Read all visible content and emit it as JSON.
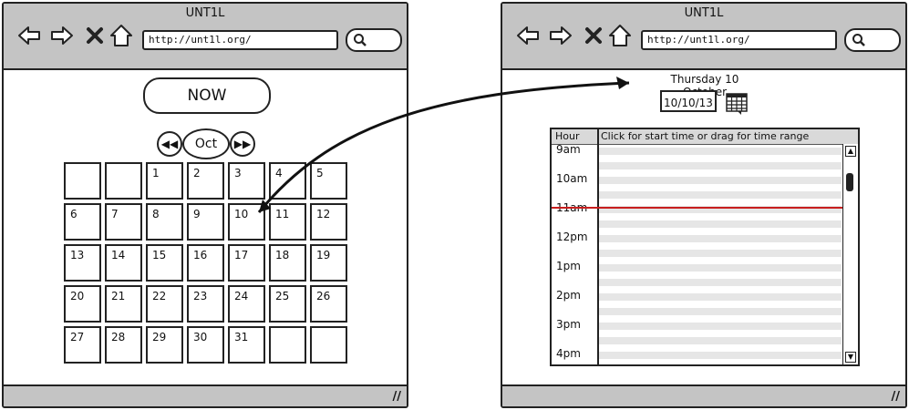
{
  "left_window": {
    "title": "UNT1L",
    "url": "http://unt1l.org/",
    "now_button": "NOW",
    "month": "Oct",
    "calendar_rows": [
      [
        "",
        "",
        "1",
        "2",
        "3",
        "4",
        "5"
      ],
      [
        "6",
        "7",
        "8",
        "9",
        "10",
        "11",
        "12"
      ],
      [
        "13",
        "14",
        "15",
        "16",
        "17",
        "18",
        "19"
      ],
      [
        "20",
        "21",
        "22",
        "23",
        "24",
        "25",
        "26"
      ],
      [
        "27",
        "28",
        "29",
        "30",
        "31",
        "",
        ""
      ]
    ]
  },
  "right_window": {
    "title": "UNT1L",
    "url": "http://unt1l.org/",
    "date_heading": "Thursday 10 October",
    "date_field": "10/10/13",
    "schedule": {
      "hour_header": "Hour",
      "description_header": "Click for start time or drag for time range",
      "hours": [
        "9am",
        "10am",
        "11am",
        "12pm",
        "1pm",
        "2pm",
        "3pm",
        "4pm"
      ],
      "current_time_line_color": "#c81e1e"
    }
  },
  "icons": {
    "back": "back-arrow-icon",
    "forward": "forward-arrow-icon",
    "stop": "close-icon",
    "home": "home-icon",
    "search": "search-icon",
    "calendar": "calendar-icon",
    "resize": "resize-grip-icon"
  },
  "colors": {
    "chrome": "#c4c4c4",
    "accent_red": "#c81e1e"
  }
}
